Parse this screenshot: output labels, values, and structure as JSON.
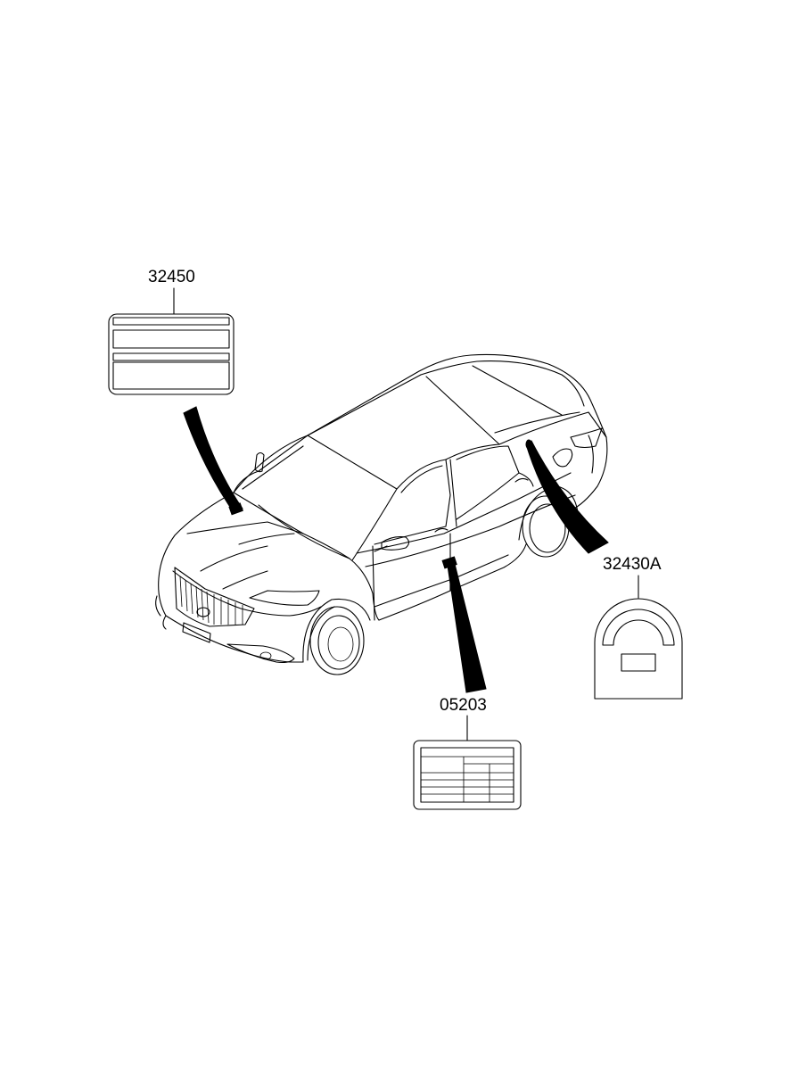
{
  "parts": [
    {
      "number": "32450",
      "description": "label"
    },
    {
      "number": "32430A",
      "description": "label"
    },
    {
      "number": "05203",
      "description": "label"
    }
  ]
}
